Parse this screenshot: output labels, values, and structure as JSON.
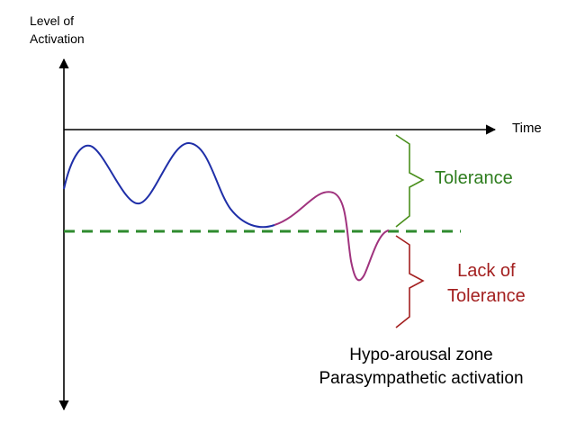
{
  "labels": {
    "y_axis_line1": "Level of",
    "y_axis_line2": "Activation",
    "x_axis": "Time",
    "tolerance": "Tolerance",
    "lack_line1": "Lack of",
    "lack_line2": "Tolerance",
    "zone_line1": "Hypo-arousal zone",
    "zone_line2": "Parasympathetic activation"
  },
  "colors": {
    "axis": "#000000",
    "curve_tolerance": "#1f2fa8",
    "curve_transition": "#a0337e",
    "threshold_line": "#2e8b2e",
    "tolerance": "#4a8f1c",
    "lack_of_tolerance": "#a31f1f"
  },
  "icons": {
    "tolerance_bracket": "curly-brace-right-icon",
    "lack_bracket": "curly-brace-right-icon"
  }
}
